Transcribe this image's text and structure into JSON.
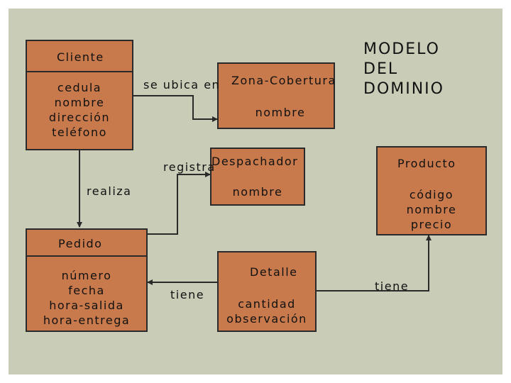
{
  "title": {
    "line1": "MODELO",
    "line2": "DEL",
    "line3": "DOMINIO"
  },
  "entities": {
    "cliente": {
      "name": "Cliente",
      "attributes": [
        "cedula",
        "nombre",
        "dirección",
        "teléfono"
      ]
    },
    "zona": {
      "name": "Zona-Cobertura",
      "attributes": [
        "nombre"
      ]
    },
    "despachador": {
      "name": "Despachador",
      "attributes": [
        "nombre"
      ]
    },
    "producto": {
      "name": "Producto",
      "attributes": [
        "código",
        "nombre",
        "precio"
      ]
    },
    "pedido": {
      "name": "Pedido",
      "attributes": [
        "número",
        "fecha",
        "hora-salida",
        "hora-entrega"
      ]
    },
    "detalle": {
      "name": "Detalle",
      "attributes": [
        "cantidad",
        "observación"
      ]
    }
  },
  "relations": {
    "ubica": "se ubica en",
    "registra": "registra",
    "realiza": "realiza",
    "tiene_detalle": "tiene",
    "tiene_producto": "tiene"
  },
  "colors": {
    "background": "#c9cdb8",
    "entity_fill": "#c87a4c",
    "line": "#2a2a2a"
  }
}
